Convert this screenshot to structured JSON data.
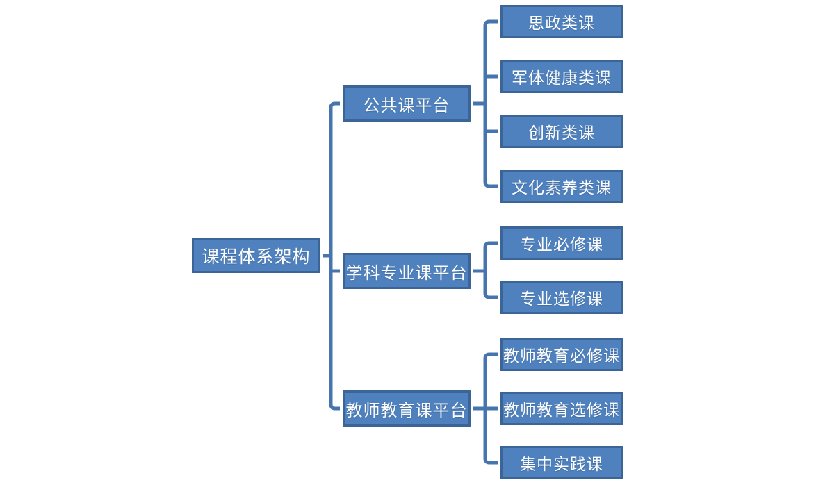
{
  "diagram": {
    "type": "org-chart-tree",
    "orientation": "left-to-right",
    "colors": {
      "node_fill": "#4E81BD",
      "node_border": "#3A6596",
      "node_outer_frame": "#FFFFFF",
      "connector_line": "#4575AC",
      "text": "#FDFDFD",
      "background": "#FFFFFF"
    },
    "root": {
      "label": "课程体系架构"
    },
    "branches": [
      {
        "label": "公共课平台",
        "children": [
          "思政类课",
          "军体健康类课",
          "创新类课",
          "文化素养类课"
        ]
      },
      {
        "label": "学科专业课平台",
        "children": [
          "专业必修课",
          "专业选修课"
        ]
      },
      {
        "label": "教师教育课平台",
        "children": [
          "教师教育必修课",
          "教师教育选修课",
          "集中实践课"
        ]
      }
    ]
  }
}
